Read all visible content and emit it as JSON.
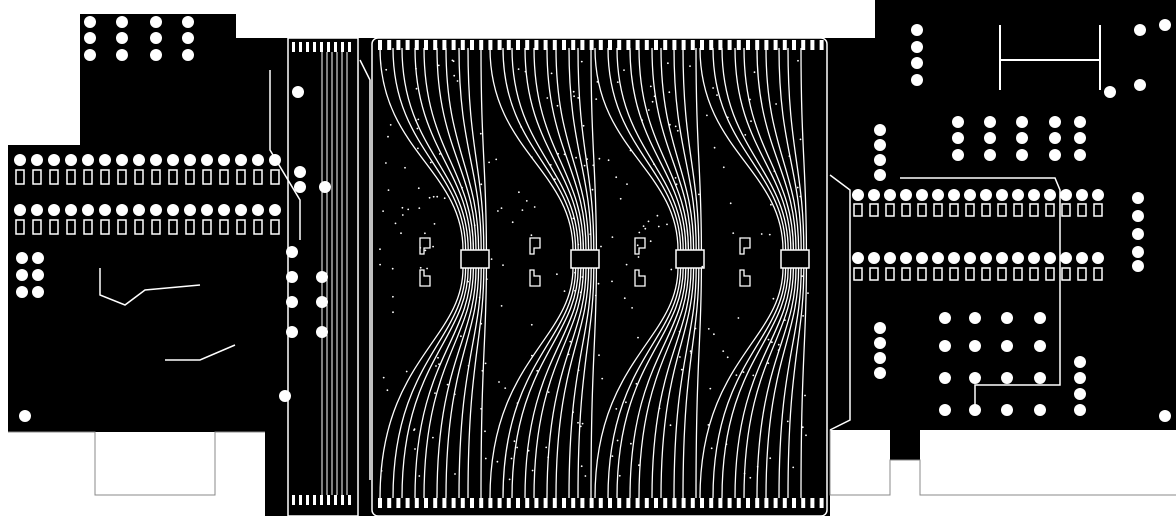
{
  "colors": {
    "background": "#ffffff",
    "copper": "#000000",
    "clearance": "#ffffff"
  },
  "layer": {
    "view": "pcb-copper-layer",
    "chip_count": 4,
    "left_header_pins_per_row": 16,
    "right_header_pins_per_row": 16
  }
}
